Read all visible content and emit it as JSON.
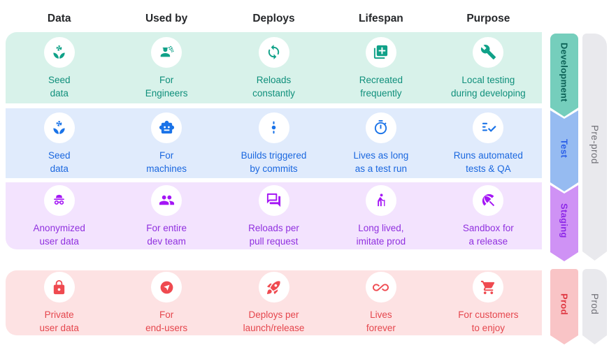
{
  "columns": [
    "Data",
    "Used by",
    "Deploys",
    "Lifespan",
    "Purpose"
  ],
  "rows": [
    {
      "id": "development",
      "tab_label": "Development",
      "colors": {
        "band_bg": "#d8f2ea",
        "accent": "#10a188",
        "text": "#0f8f7b",
        "tab_bg": "#75cebc",
        "tab_text": "#0b6156"
      },
      "cells": [
        {
          "icon": "seed-icon",
          "label": "Seed\ndata"
        },
        {
          "icon": "engineer-icon",
          "label": "For\nEngineers"
        },
        {
          "icon": "sync-icon",
          "label": "Reloads\nconstantly"
        },
        {
          "icon": "library-add-icon",
          "label": "Recreated\nfrequently"
        },
        {
          "icon": "wrench-icon",
          "label": "Local testing\nduring developing"
        }
      ]
    },
    {
      "id": "test",
      "tab_label": "Test",
      "colors": {
        "band_bg": "#e0ebfc",
        "accent": "#1a73e8",
        "text": "#1a67df",
        "tab_bg": "#96bbf1",
        "tab_text": "#2a5fe8"
      },
      "cells": [
        {
          "icon": "seed-icon",
          "label": "Seed\ndata"
        },
        {
          "icon": "robot-icon",
          "label": "For\nmachines"
        },
        {
          "icon": "commit-icon",
          "label": "Builds triggered\nby commits"
        },
        {
          "icon": "stopwatch-icon",
          "label": "Lives as long\nas a test run"
        },
        {
          "icon": "checklist-icon",
          "label": "Runs automated\ntests & QA"
        }
      ]
    },
    {
      "id": "staging",
      "tab_label": "Staging",
      "colors": {
        "band_bg": "#f3e3fe",
        "accent": "#a416f5",
        "text": "#9030df",
        "tab_bg": "#cf92f5",
        "tab_text": "#8d28e8"
      },
      "cells": [
        {
          "icon": "incognito-icon",
          "label": "Anonymized\nuser data"
        },
        {
          "icon": "group-icon",
          "label": "For entire\ndev team"
        },
        {
          "icon": "forum-icon",
          "label": "Reloads per\npull request"
        },
        {
          "icon": "elderly-icon",
          "label": "Long lived,\nimitate prod"
        },
        {
          "icon": "beach-umbrella-icon",
          "label": "Sandbox for\na release"
        }
      ]
    },
    {
      "id": "prod",
      "tab_label": "Prod",
      "colors": {
        "band_bg": "#fde2e3",
        "accent": "#ef4a50",
        "text": "#e5464d",
        "tab_bg": "#f9c4c6",
        "tab_text": "#df3740"
      },
      "cells": [
        {
          "icon": "lock-icon",
          "label": "Private\nuser data"
        },
        {
          "icon": "globe-arrow-icon",
          "label": "For\nend-users"
        },
        {
          "icon": "rocket-icon",
          "label": "Deploys per\nlaunch/release"
        },
        {
          "icon": "infinity-icon",
          "label": "Lives\nforever"
        },
        {
          "icon": "cart-icon",
          "label": "For customers\nto enjoy"
        }
      ]
    }
  ],
  "phases": [
    {
      "id": "pre-prod",
      "label": "Pre-prod",
      "bg": "#e9e9ed",
      "text": "#6e6e75"
    },
    {
      "id": "prod",
      "label": "Prod",
      "bg": "#e9e9ed",
      "text": "#6e6e75"
    }
  ]
}
